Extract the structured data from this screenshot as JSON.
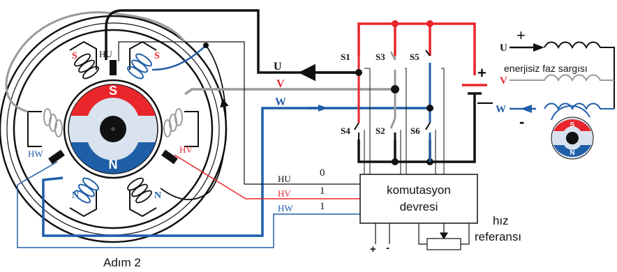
{
  "labels": {
    "step": "Adım 2",
    "circuit_box_line1": "komutasyon",
    "circuit_box_line2": "devresi",
    "speed_ref_line1": "hız",
    "speed_ref_line2": "referansı",
    "unenergized_phase": "enerjisiz faz sargısı",
    "plus": "+",
    "minus": "-",
    "battery_plus": "+",
    "battery_minus": "—",
    "supply_plus": "+",
    "supply_minus": "-"
  },
  "phases": {
    "u": "U",
    "v": "V",
    "w": "W"
  },
  "switches": {
    "s1": "S1",
    "s2": "S2",
    "s3": "S3",
    "s4": "S4",
    "s5": "S5",
    "s6": "S6"
  },
  "hall": {
    "hu_label": "HU",
    "hv_label": "HV",
    "hw_label": "HW",
    "hu_value": "0",
    "hv_value": "1",
    "hw_value": "1"
  },
  "rotor": {
    "north": "N",
    "south": "S"
  },
  "stator_poles": {
    "top_left": "S",
    "top_right": "S",
    "bottom_left": "N",
    "bottom_right": "N"
  },
  "mini_rotor": {
    "north": "N",
    "south": "S"
  },
  "colors": {
    "red": "#e8262b",
    "blue": "#1f5fa8",
    "gray": "#9a9a9a",
    "black": "#111111",
    "rotor_light": "#d8e3ef"
  }
}
